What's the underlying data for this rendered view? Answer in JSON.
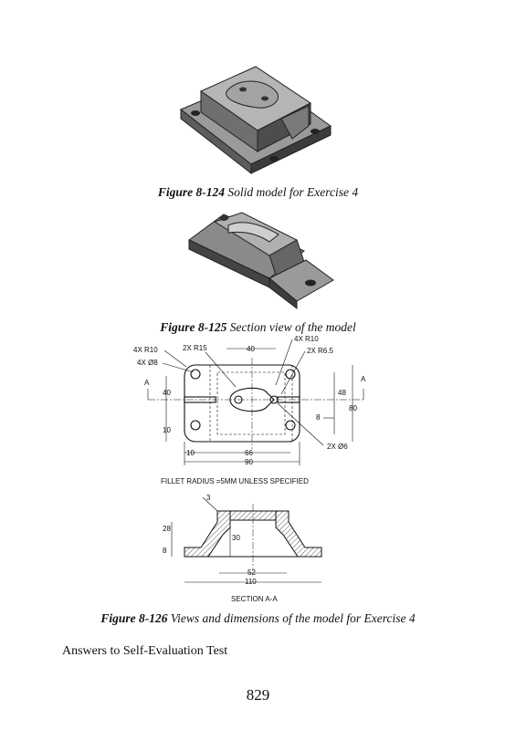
{
  "figure_124": {
    "number": "Figure 8-124",
    "text": " Solid model for Exercise 4"
  },
  "figure_125": {
    "number": "Figure 8-125",
    "text": " Section view of the model"
  },
  "figure_126": {
    "number": "Figure 8-126",
    "text": " Views and dimensions of the model for Exercise 4"
  },
  "drawing": {
    "top_view": {
      "label_4x_r10_left": "4X R10",
      "label_2x_r15": "2X R15",
      "label_40_top": "40",
      "label_4x_r10_top": "4X R10",
      "label_2x_r65": "2X R6.5",
      "label_4x_d8": "4X Ø8",
      "label_a_left": "A",
      "label_a_right": "A",
      "label_40_left": "40",
      "label_10_left": "10",
      "label_48": "48",
      "label_80": "80",
      "label_8": "8",
      "label_2x_d6": "2X Ø6",
      "label_10_bottom": "10",
      "label_66": "66",
      "label_90": "90"
    },
    "note": "FILLET RADIUS =5MM UNLESS SPECIFIED",
    "section_view": {
      "label_3": "3",
      "label_28": "28",
      "label_8": "8",
      "label_30": "30",
      "label_52": "52",
      "label_110": "110",
      "title": "SECTION A-A"
    }
  },
  "footer_text": "Answers to Self-Evaluation Test",
  "page_number": "829"
}
